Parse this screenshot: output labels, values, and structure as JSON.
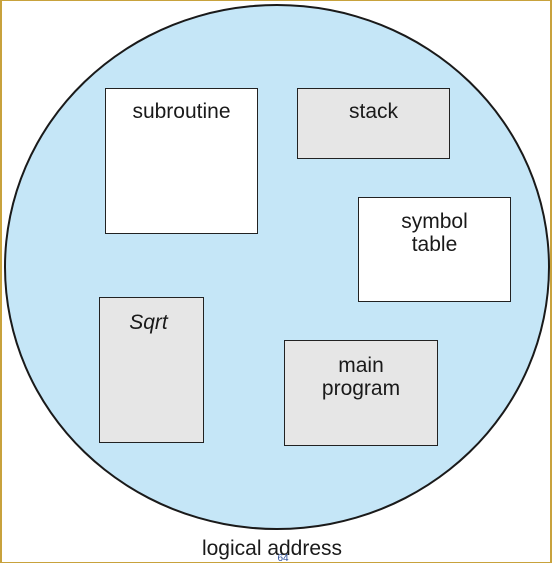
{
  "diagram": {
    "segments": {
      "subroutine": "subroutine",
      "stack": "stack",
      "symbol_table": [
        "symbol",
        "table"
      ],
      "sqrt": "Sqrt",
      "main_program": [
        "main",
        "program"
      ]
    },
    "caption": "logical address",
    "page_number": "64"
  },
  "colors": {
    "address_space_fill": "#c5e6f7",
    "frame_border": "#c8a23c",
    "white_segment": "#ffffff",
    "gray_segment": "#e6e6e6"
  }
}
